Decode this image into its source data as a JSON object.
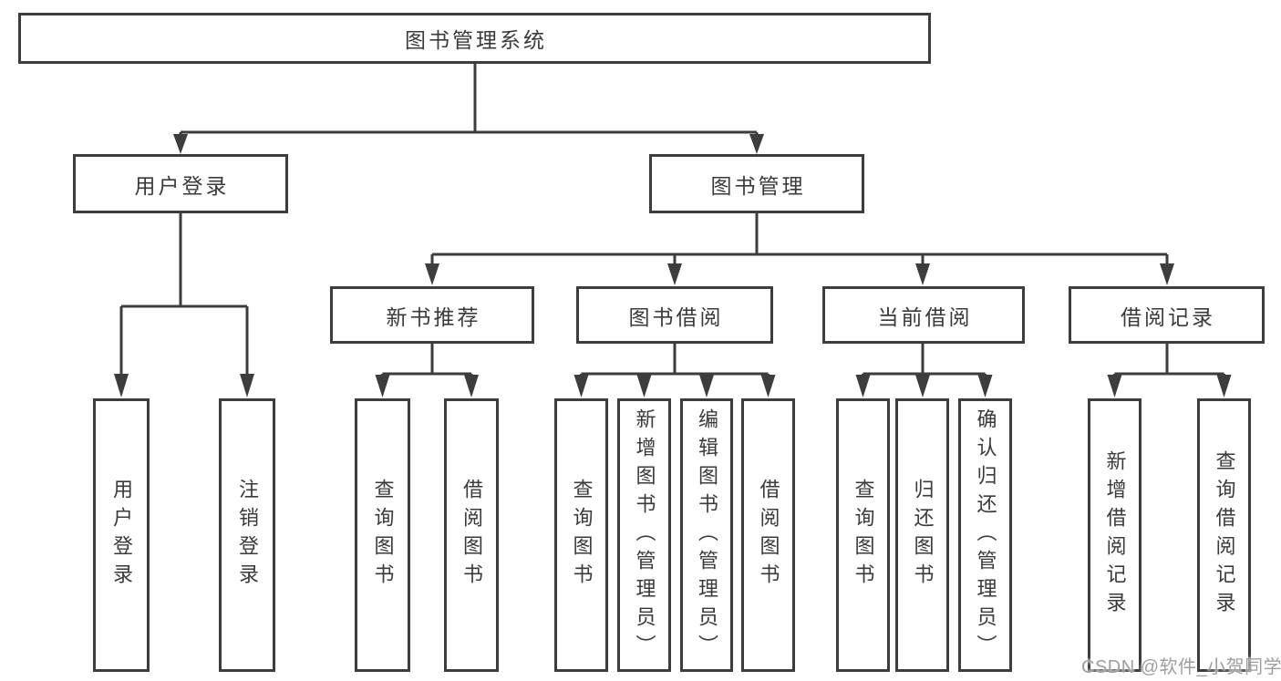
{
  "tree": {
    "root": {
      "label": "图书管理系统"
    },
    "level2": [
      {
        "label": "用户登录"
      },
      {
        "label": "图书管理"
      }
    ],
    "level3": [
      {
        "label": "新书推荐",
        "parent": "图书管理"
      },
      {
        "label": "图书借阅",
        "parent": "图书管理"
      },
      {
        "label": "当前借阅",
        "parent": "图书管理"
      },
      {
        "label": "借阅记录",
        "parent": "图书管理"
      }
    ],
    "leaves": [
      {
        "label": "用户登录",
        "parent": "用户登录"
      },
      {
        "label": "注销登录",
        "parent": "用户登录"
      },
      {
        "label": "查询图书",
        "parent": "新书推荐"
      },
      {
        "label": "借阅图书",
        "parent": "新书推荐"
      },
      {
        "label": "查询图书",
        "parent": "图书借阅"
      },
      {
        "label": "新增图书（管理员）",
        "parent": "图书借阅"
      },
      {
        "label": "编辑图书（管理员）",
        "parent": "图书借阅"
      },
      {
        "label": "借阅图书",
        "parent": "图书借阅"
      },
      {
        "label": "查询图书",
        "parent": "当前借阅"
      },
      {
        "label": "归还图书",
        "parent": "当前借阅"
      },
      {
        "label": "确认归还（管理员）",
        "parent": "当前借阅"
      },
      {
        "label": "新增借阅记录",
        "parent": "借阅记录"
      },
      {
        "label": "查询借阅记录",
        "parent": "借阅记录"
      }
    ]
  },
  "watermark": {
    "text": "CSDN @软件_小贺同学"
  },
  "colors": {
    "line": "#3d3d3d",
    "box_border": "#3d3d3d",
    "text": "#3a3a3a",
    "watermark": "#9e9e9e",
    "background": "#ffffff"
  }
}
